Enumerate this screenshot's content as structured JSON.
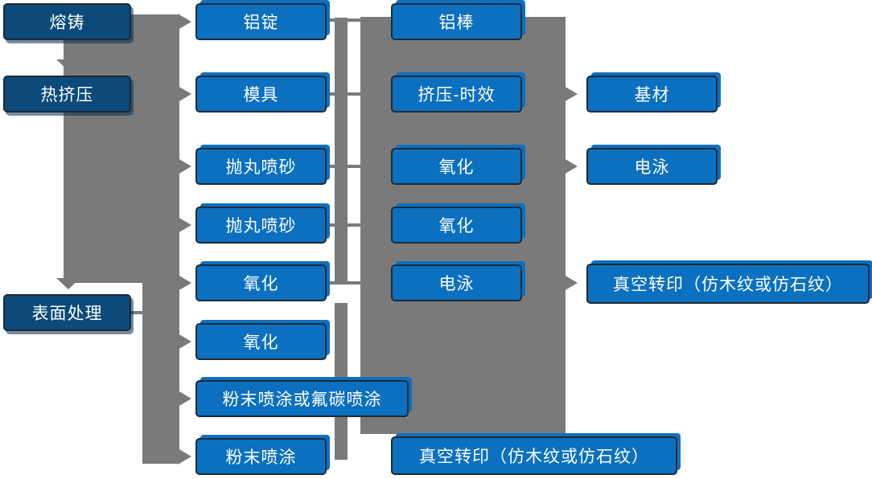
{
  "nodes": {
    "melting_casting": "熔铸",
    "hot_extrusion": "热挤压",
    "surface_treatment": "表面处理",
    "aluminum_ingot": "铝锭",
    "mold": "模具",
    "shot_blasting_1": "抛丸喷砂",
    "shot_blasting_2": "抛丸喷砂",
    "oxidation_col2_1": "氧化",
    "oxidation_col2_2": "氧化",
    "powder_or_fluorocarbon": "粉末喷涂或氟碳喷涂",
    "powder_coating": "粉末喷涂",
    "aluminum_rod": "铝棒",
    "extrusion_aging": "挤压-时效",
    "oxidation_col3_1": "氧化",
    "oxidation_col3_2": "氧化",
    "electrophoresis_col3": "电泳",
    "vacuum_transfer_col3": "真空转印（仿木纹或仿石纹）",
    "base_material": "基材",
    "electrophoresis_col4": "电泳",
    "vacuum_transfer_col4": "真空转印（仿木纹或仿石纹）"
  },
  "connections": {
    "down_arrows": [
      "熔铸 → 热挤压",
      "左侧干线 → 表面处理"
    ],
    "left_trunk_arrows_to": [
      "铝锭",
      "模具",
      "抛丸喷砂",
      "抛丸喷砂",
      "氧化",
      "氧化",
      "粉末喷涂或氟碳喷涂",
      "粉末喷涂"
    ],
    "middle_row_links": [
      "铝锭 — 铝棒",
      "模具 — 挤压-时效",
      "抛丸喷砂 — 氧化",
      "抛丸喷砂 — 氧化",
      "氧化 — 电泳"
    ],
    "right_arrows": [
      "挤压-时效 → 基材",
      "氧化 → 电泳",
      "电泳 → 真空转印（仿木纹或仿石纹）"
    ]
  },
  "colors": {
    "stage_box_fill": "#0b4a7a",
    "process_box_fill": "#0b70c0",
    "connector_gray": "#7a7a7a",
    "box_border": "#1d2b36",
    "text": "#ffffff",
    "background": "#ffffff"
  }
}
